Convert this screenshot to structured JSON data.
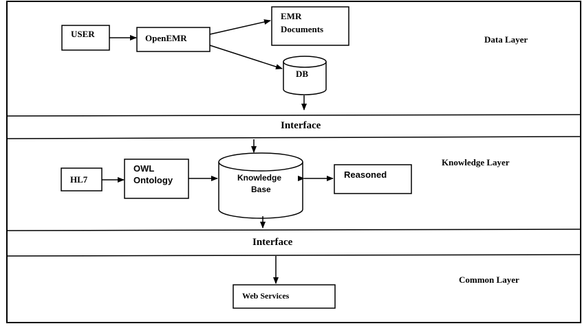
{
  "layers": {
    "data": "Data Layer",
    "knowledge": "Knowledge Layer",
    "common": "Common Layer"
  },
  "interfaces": {
    "top": "Interface",
    "bottom": "Interface"
  },
  "nodes": {
    "user": "USER",
    "openemr": "OpenEMR",
    "emr_documents": [
      "EMR",
      "Documents"
    ],
    "db": "DB",
    "hl7": "HL7",
    "owl_ontology": [
      "OWL",
      "Ontology"
    ],
    "knowledge_base": [
      "Knowledge",
      "Base"
    ],
    "reasoned": "Reasoned",
    "web_services": "Web Services"
  }
}
